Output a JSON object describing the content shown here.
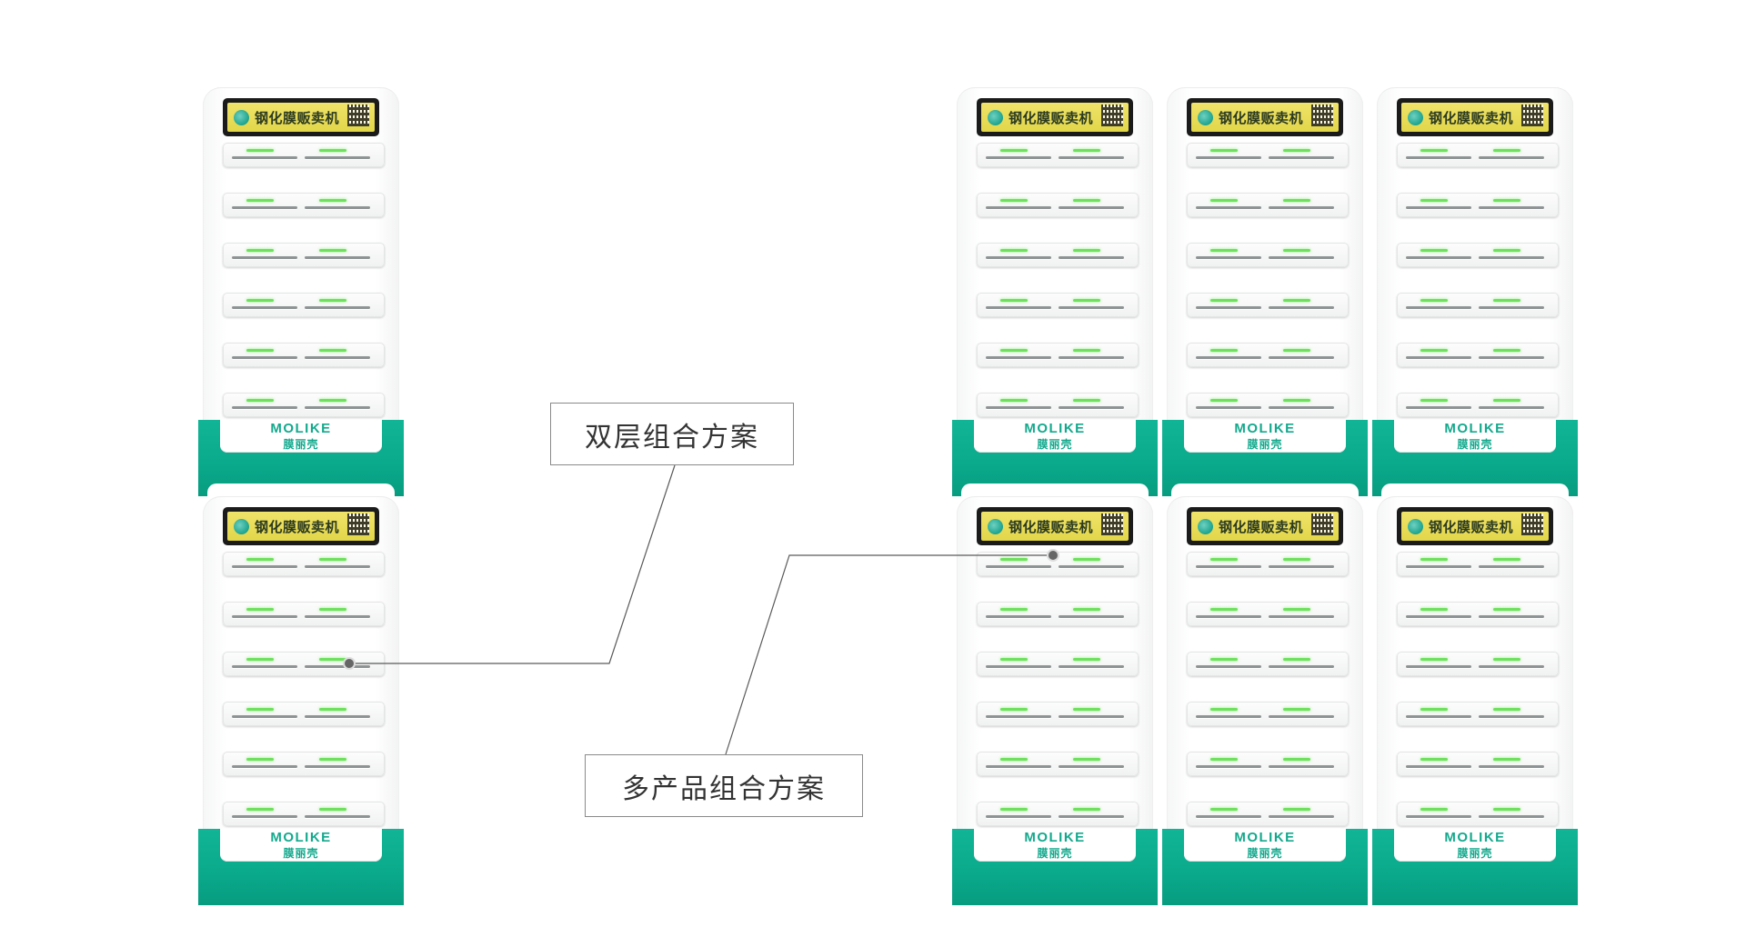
{
  "brand": {
    "screen_title": "钢化膜贩卖机",
    "english_name": "MOLIKE",
    "chinese_name": "膜丽壳"
  },
  "labels": {
    "double_layer": "双层组合方案",
    "multi_product": "多产品组合方案"
  },
  "icons": {
    "screen_logo": "globe-logo-icon",
    "screen_qr": "qr-code-icon",
    "callout_dot": "callout-dot-icon"
  },
  "colors": {
    "accent_teal": "#0aa98b",
    "screen_yellow": "#e8dc55",
    "led_green": "#6ee05d",
    "callout_line": "#555555"
  }
}
